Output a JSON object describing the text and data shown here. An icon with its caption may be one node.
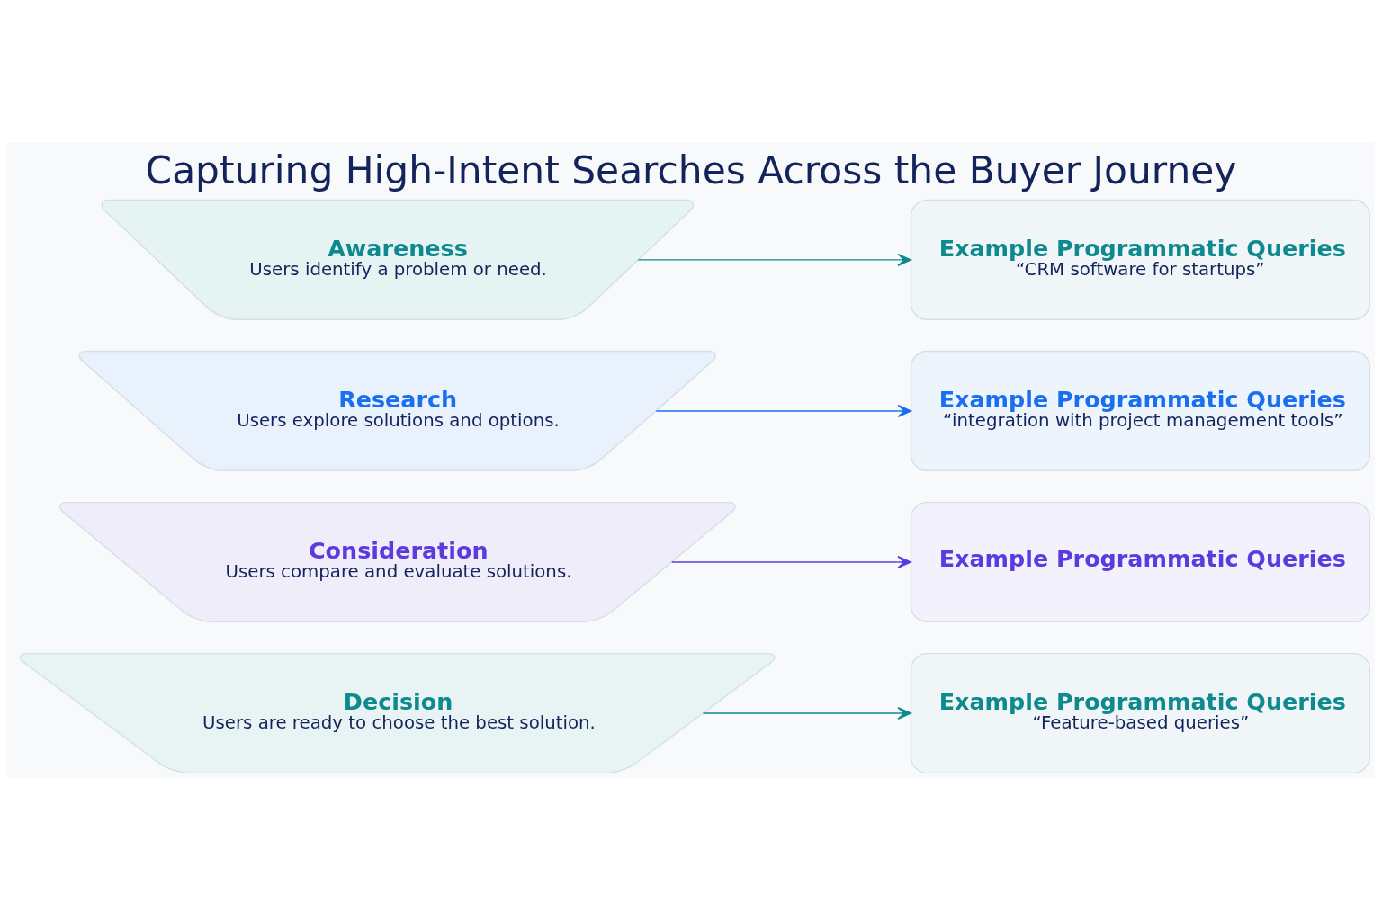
{
  "diagram": {
    "title": "Capturing High-Intent Searches Across the Buyer Journey",
    "nodes": [
      {
        "text": [
          "Awareness",
          "Users identify a problem or need."
        ]
      },
      {
        "text": [
          "Research",
          "Users explore solutions and options."
        ]
      },
      {
        "text": [
          "Consideration",
          "Users compare and evaluate solutions."
        ]
      },
      {
        "text": [
          "Decision",
          "Users are ready to choose the best solution."
        ]
      },
      {
        "text": [
          "Example Programmatic Queries",
          "“CRM software for startups”"
        ]
      },
      {
        "text": [
          "Example Programmatic Queries",
          "“integration with project management tools”"
        ]
      },
      {
        "text": [
          "Example Programmatic Queries"
        ]
      },
      {
        "text": [
          "Example Programmatic Queries",
          "“Feature-based queries”"
        ]
      }
    ],
    "edges": [
      {
        "from": 0,
        "to": 4,
        "arrow": "to"
      },
      {
        "from": 1,
        "to": 5,
        "arrow": "to",
        "color": "#1a6ff0"
      },
      {
        "from": 2,
        "to": 6,
        "arrow": "to",
        "color": "#5b3be0"
      },
      {
        "from": 3,
        "to": 7,
        "arrow": "to"
      }
    ]
  }
}
